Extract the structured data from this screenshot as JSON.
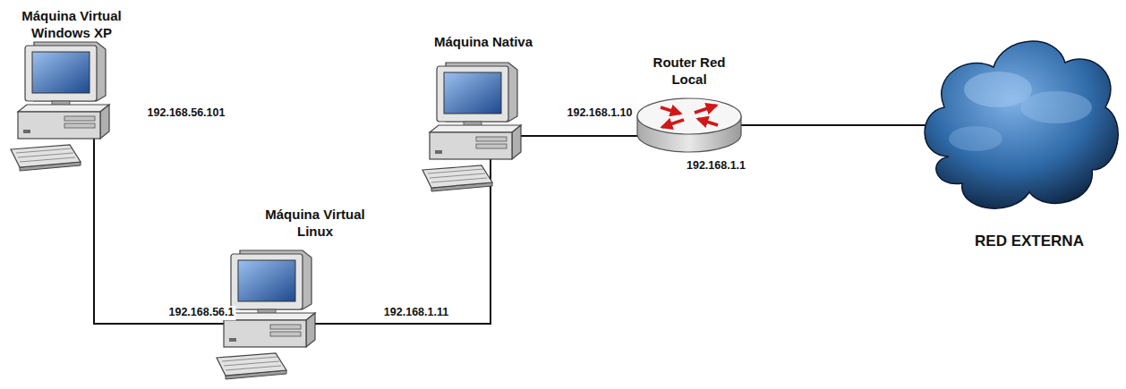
{
  "diagram": {
    "nodes": [
      {
        "text": [
          "Máquina Virtual Windows XP",
          "192.168.56.101"
        ]
      },
      {
        "text": [
          "Máquina Nativa",
          "192.168.1.10"
        ]
      },
      {
        "text": [
          "Router Red Local",
          "192.168.1.1"
        ]
      },
      {
        "text": [
          "RED EXTERNA"
        ]
      },
      {
        "text": [
          "Máquina Virtual Linux",
          "192.168.56.1",
          "192.168.1.11"
        ]
      }
    ],
    "edges": [
      {
        "from": 0,
        "to": 4,
        "arrow": "none"
      },
      {
        "from": 4,
        "to": 1,
        "arrow": "none"
      },
      {
        "from": 1,
        "to": 2,
        "arrow": "none"
      },
      {
        "from": 2,
        "to": 3,
        "arrow": "none"
      }
    ]
  }
}
